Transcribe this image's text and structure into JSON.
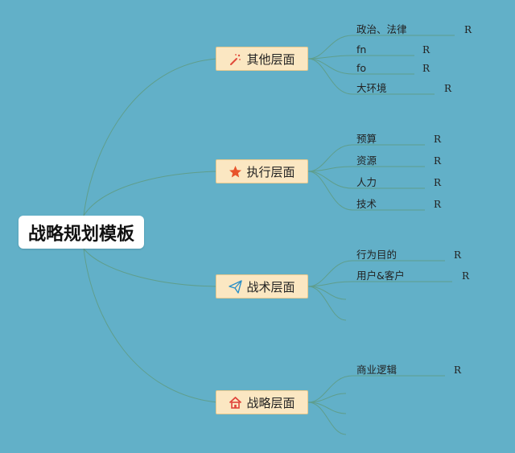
{
  "title": "战略规划模板",
  "branches": [
    {
      "label": "其他层面",
      "icon": "magic-wand-icon",
      "items": [
        {
          "label": "政治、法律",
          "mark": "R"
        },
        {
          "label": "fn",
          "mark": "R"
        },
        {
          "label": "fo",
          "mark": "R"
        },
        {
          "label": "大环境",
          "mark": "R"
        }
      ]
    },
    {
      "label": "执行层面",
      "icon": "star-icon",
      "items": [
        {
          "label": "预算",
          "mark": "R"
        },
        {
          "label": "资源",
          "mark": "R"
        },
        {
          "label": "人力",
          "mark": "R"
        },
        {
          "label": "技术",
          "mark": "R"
        }
      ]
    },
    {
      "label": "战术层面",
      "icon": "paper-plane-icon",
      "items": [
        {
          "label": "行为目的",
          "mark": "R"
        },
        {
          "label": "用户&客户",
          "mark": "R"
        }
      ]
    },
    {
      "label": "战略层面",
      "icon": "home-icon",
      "items": [
        {
          "label": "商业逻辑",
          "mark": "R"
        }
      ]
    }
  ],
  "colors": {
    "background": "#62b0c8",
    "connector": "#5f9e8c",
    "branch_fill": "#fbe7c2",
    "root_fill": "#ffffff"
  }
}
